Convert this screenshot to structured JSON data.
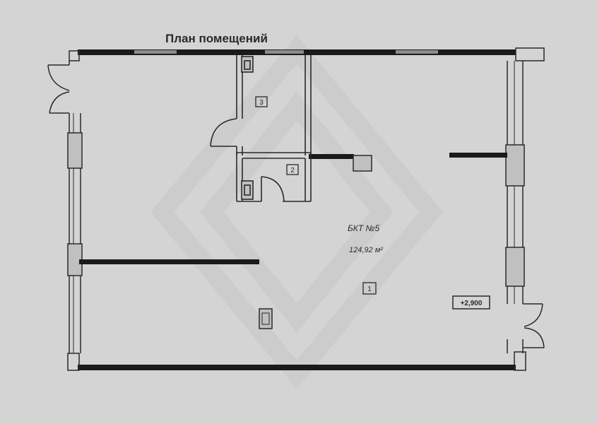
{
  "plan": {
    "title": "План помещений",
    "unit_name": "БКТ №5",
    "unit_area": "124,92 м²",
    "elevation": "+2,900"
  },
  "rooms": [
    {
      "id": "room-1",
      "number": "1"
    },
    {
      "id": "room-2",
      "number": "2"
    },
    {
      "id": "room-3",
      "number": "3"
    }
  ],
  "colors": {
    "paper": "#d4d4d4",
    "wall": "#1a1a1a",
    "line": "#2a2a2a",
    "watermark": "#c6c6c6"
  }
}
